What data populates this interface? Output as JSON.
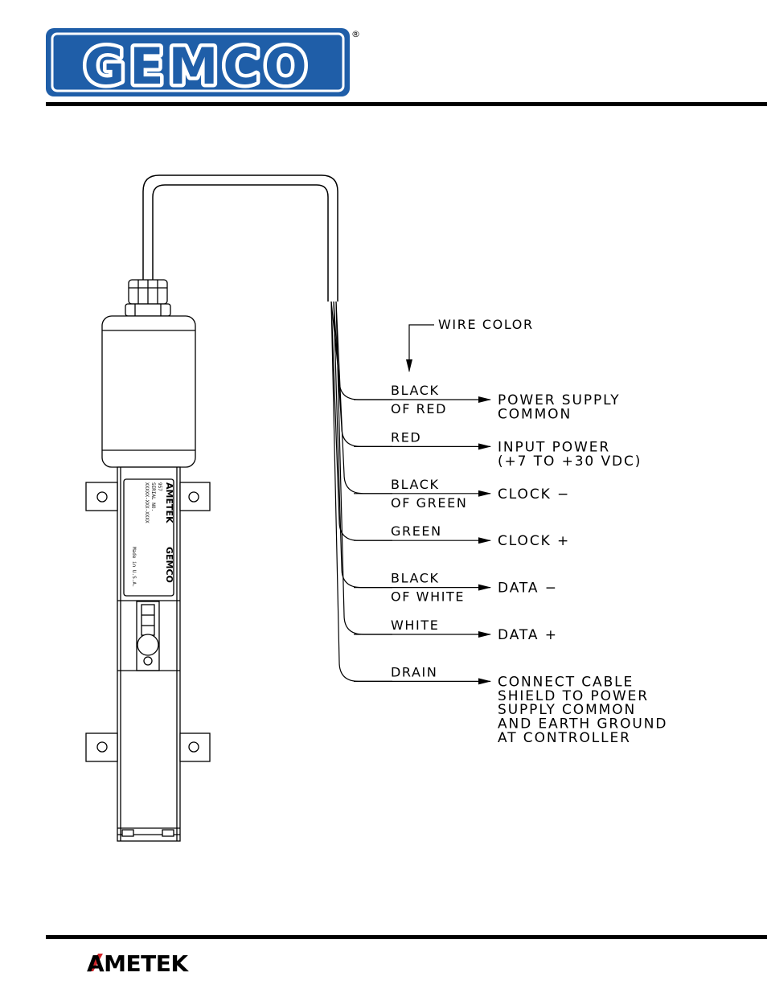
{
  "header": {
    "logo_text": "GEMCO",
    "registered_mark": "®",
    "brand_color": "#1f5ea8"
  },
  "footer": {
    "logo_text": "AMETEK",
    "accent_color": "#d4262b"
  },
  "sensor_label": {
    "brand": "AMETEK",
    "brand_alt": "GEMCO",
    "model": "957",
    "serial_label": "SERIAL NO.",
    "serial": "XXXXX-XXX-XXXX",
    "made_in": "Made in U.S.A."
  },
  "diagram": {
    "wire_color_label": "WIRE COLOR",
    "wires": [
      {
        "color_line1": "BLACK",
        "color_line2": "OF RED",
        "dest": [
          "POWER SUPPLY",
          "COMMON"
        ]
      },
      {
        "color_line1": "RED",
        "color_line2": "",
        "dest": [
          "INPUT POWER",
          "(+7 TO +30 VDC)"
        ]
      },
      {
        "color_line1": "BLACK",
        "color_line2": "OF GREEN",
        "dest": [
          "CLOCK −"
        ]
      },
      {
        "color_line1": "GREEN",
        "color_line2": "",
        "dest": [
          "CLOCK +"
        ]
      },
      {
        "color_line1": "BLACK",
        "color_line2": "OF WHITE",
        "dest": [
          "DATA −"
        ]
      },
      {
        "color_line1": "WHITE",
        "color_line2": "",
        "dest": [
          "DATA +"
        ]
      },
      {
        "color_line1": "DRAIN",
        "color_line2": "",
        "dest": [
          "CONNECT CABLE",
          "SHIELD TO POWER",
          "SUPPLY COMMON",
          "AND EARTH GROUND",
          "AT CONTROLLER"
        ]
      }
    ]
  }
}
